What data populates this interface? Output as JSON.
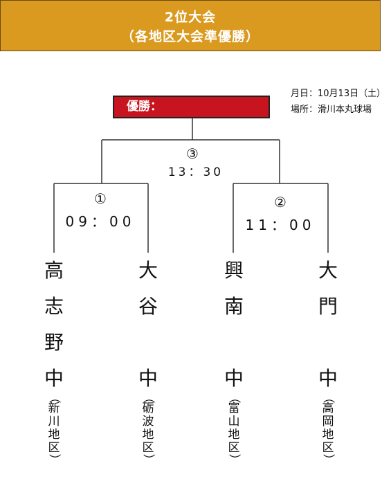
{
  "header": {
    "title": "2位大会",
    "subtitle": "（各地区大会準優勝）"
  },
  "info": {
    "date": "月日：10月13日（土）",
    "venue": "場所：滑川本丸球場"
  },
  "winner": {
    "label": "優勝："
  },
  "matches": [
    {
      "number": "③",
      "time": "13：30"
    },
    {
      "number": "①",
      "time": "09：00"
    },
    {
      "number": "②",
      "time": "11：00"
    }
  ],
  "teams": [
    {
      "name": [
        "高",
        "志",
        "野",
        "中"
      ],
      "region": [
        "（",
        "新",
        "川",
        "地",
        "区",
        "）"
      ]
    },
    {
      "name": [
        "大",
        "谷",
        "中"
      ],
      "region": [
        "（",
        "砺",
        "波",
        "地",
        "区",
        "）"
      ]
    },
    {
      "name": [
        "興",
        "南",
        "中"
      ],
      "region": [
        "（",
        "富",
        "山",
        "地",
        "区",
        "）"
      ]
    },
    {
      "name": [
        "大",
        "門",
        "中"
      ],
      "region": [
        "（",
        "高",
        "岡",
        "地",
        "区",
        "）"
      ]
    }
  ]
}
